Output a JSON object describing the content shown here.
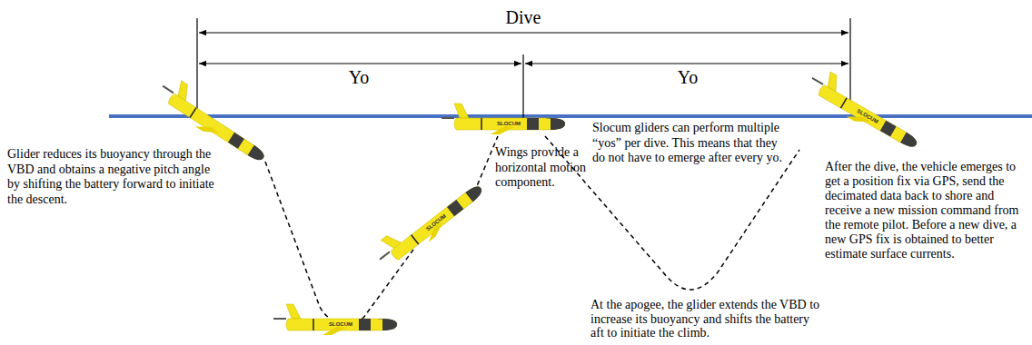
{
  "diagram": {
    "labels": [
      "Dive",
      "Yo",
      "Yo",
      "Glider reduces its buoyancy through the VBD and obtains a negative pitch angle by shifting the battery forward to initiate the descent.",
      "Wings provide a horizontal motion component.",
      "At the apogee, the glider extends the VBD to increase its buoyancy and shifts the battery aft to initiate the climb.",
      "Slocum gliders can perform multiple “yos” per dive. This means that they do not have to emerge after every yo.",
      "After the dive, the vehicle emerges to get a position fix via GPS, send the decimated data back to shore and receive a new mission command from the remote pilot. Before a new dive, a new GPS fix is obtained to better estimate surface currents.",
      "SLOCUM",
      "SLOCUM",
      "SLOCUM",
      "SLOCUM"
    ]
  }
}
